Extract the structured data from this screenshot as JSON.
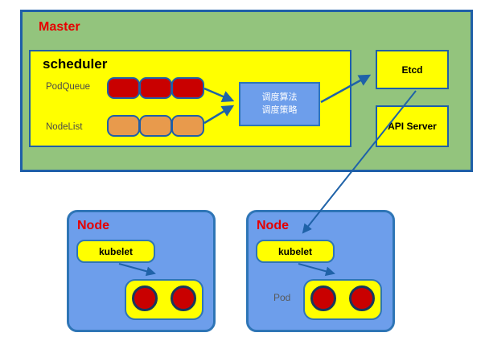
{
  "master": {
    "label": "Master"
  },
  "scheduler": {
    "label": "scheduler",
    "pod_queue_label": "PodQueue",
    "node_list_label": "NodeList",
    "pod_queue_items": 3,
    "node_list_items": 3
  },
  "algorithm": {
    "line1": "调度算法",
    "line2": "调度策略"
  },
  "etcd_label": "Etcd",
  "api_server_label": "API Server",
  "nodes": [
    {
      "label": "Node",
      "kubelet_label": "kubelet",
      "pod_circles": 2
    },
    {
      "label": "Node",
      "kubelet_label": "kubelet",
      "pod_label": "Pod",
      "pod_circles": 2
    }
  ],
  "colors": {
    "master-green": "#93C47D",
    "panel-yellow": "#FFFF00",
    "node-blue": "#6D9EEB",
    "algo-blue": "#6D9EEB",
    "queue-red": "#C90000",
    "list-orange": "#E89A4C",
    "border-blue": "#1F5FA8",
    "node-border-blue": "#2E75B6",
    "circle-red": "#C90000",
    "circle-border-navy": "#17375E",
    "label-red": "#E60000",
    "muted-text": "#595959",
    "arrow-blue": "#1F62A8"
  }
}
